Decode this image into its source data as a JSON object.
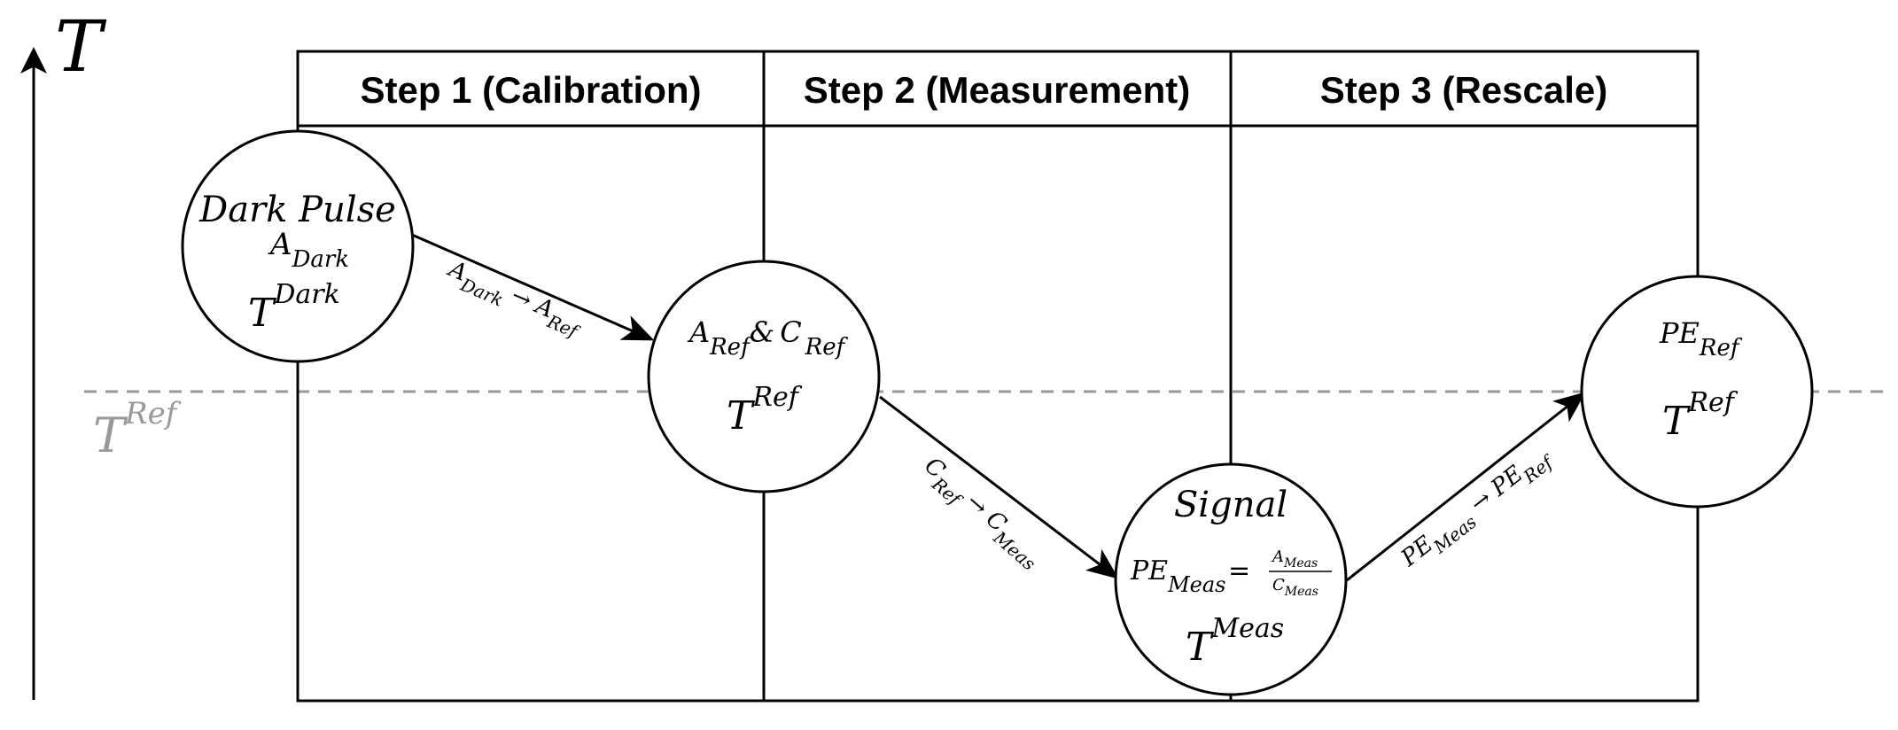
{
  "axis": {
    "label": "T"
  },
  "ref_line": {
    "label_base": "T",
    "label_sup": "Ref",
    "color": "#999999"
  },
  "headers": [
    "Step 1 (Calibration)",
    "Step 2 (Measurement)",
    "Step 3 (Rescale)"
  ],
  "nodes": {
    "dark": {
      "title": "Dark Pulse",
      "a_base": "A",
      "a_sub": "Dark",
      "t_base": "T",
      "t_sup": "Dark"
    },
    "ref": {
      "a_base": "A",
      "a_sub": "Ref",
      "amp": "&",
      "c_base": "C",
      "c_sub": "Ref",
      "t_base": "T",
      "t_sup": "Ref"
    },
    "signal": {
      "title": "Signal",
      "pe_base": "PE",
      "pe_sub": "Meas",
      "eq": "=",
      "num_base": "A",
      "num_sub": "Meas",
      "den_base": "C",
      "den_sub": "Meas",
      "t_base": "T",
      "t_sup": "Meas"
    },
    "rescaled": {
      "pe_base": "PE",
      "pe_sub": "Ref",
      "t_base": "T",
      "t_sup": "Ref"
    }
  },
  "arrows": {
    "a1": {
      "from_base": "A",
      "from_sub": "Dark",
      "arrow": "→",
      "to_base": "A",
      "to_sub": "Ref"
    },
    "a2": {
      "from_base": "C",
      "from_sub": "Ref",
      "arrow": "→",
      "to_base": "C",
      "to_sub": "Meas"
    },
    "a3": {
      "from_base": "PE",
      "from_sub": "Meas",
      "arrow": "→",
      "to_base": "PE",
      "to_sub": "Ref"
    }
  }
}
